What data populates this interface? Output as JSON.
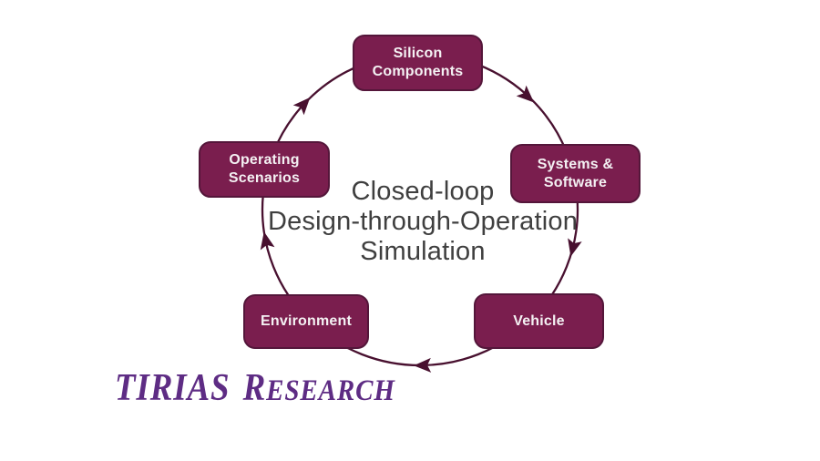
{
  "diagram": {
    "center_text": {
      "lines": [
        "Closed-loop",
        "Design-through-Operation",
        "Simulation"
      ]
    },
    "nodes": [
      {
        "id": "silicon-components",
        "label": "Silicon Components"
      },
      {
        "id": "systems-software",
        "label": "Systems & Software"
      },
      {
        "id": "vehicle",
        "label": "Vehicle"
      },
      {
        "id": "environment",
        "label": "Environment"
      },
      {
        "id": "operating-scenarios",
        "label": "Operating Scenarios"
      }
    ],
    "flow_direction": "clockwise",
    "edges": [
      {
        "from": "Silicon Components",
        "to": "Systems & Software",
        "icon": "arrowhead-icon"
      },
      {
        "from": "Systems & Software",
        "to": "Vehicle",
        "icon": "arrowhead-icon"
      },
      {
        "from": "Vehicle",
        "to": "Environment",
        "icon": "arrowhead-icon"
      },
      {
        "from": "Environment",
        "to": "Operating Scenarios",
        "icon": "arrowhead-icon"
      },
      {
        "from": "Operating Scenarios",
        "to": "Silicon Components",
        "icon": "arrowhead-icon"
      }
    ]
  },
  "branding": {
    "logo_part1": "TIRIAS",
    "logo_part2_initial": "R",
    "logo_part2_rest": "ESEARCH"
  },
  "colors": {
    "background": "#ffffff",
    "node_fill": "#7a1e4e",
    "node_border": "#54163a",
    "node_text": "#f4f1f3",
    "ring": "#48102f",
    "center_text": "#3f3f3f",
    "logo": "#5e2c84"
  }
}
